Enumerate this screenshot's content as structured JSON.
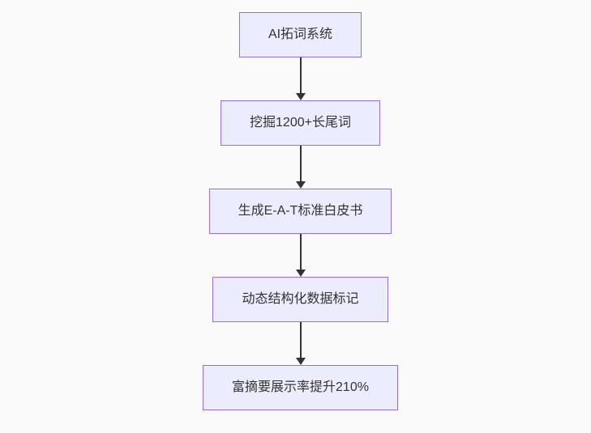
{
  "flowchart": {
    "background_color": "#fafafa",
    "node_fill_color": "#ECECFF",
    "node_border_color": "#9370DB",
    "arrow_color": "#333333",
    "text_color": "#333333",
    "nodes": [
      {
        "label": "AI拓词系统"
      },
      {
        "label": "挖掘1200+长尾词"
      },
      {
        "label": "生成E-A-T标准白皮书"
      },
      {
        "label": "动态结构化数据标记"
      },
      {
        "label": "富摘要展示率提升210%"
      }
    ]
  }
}
